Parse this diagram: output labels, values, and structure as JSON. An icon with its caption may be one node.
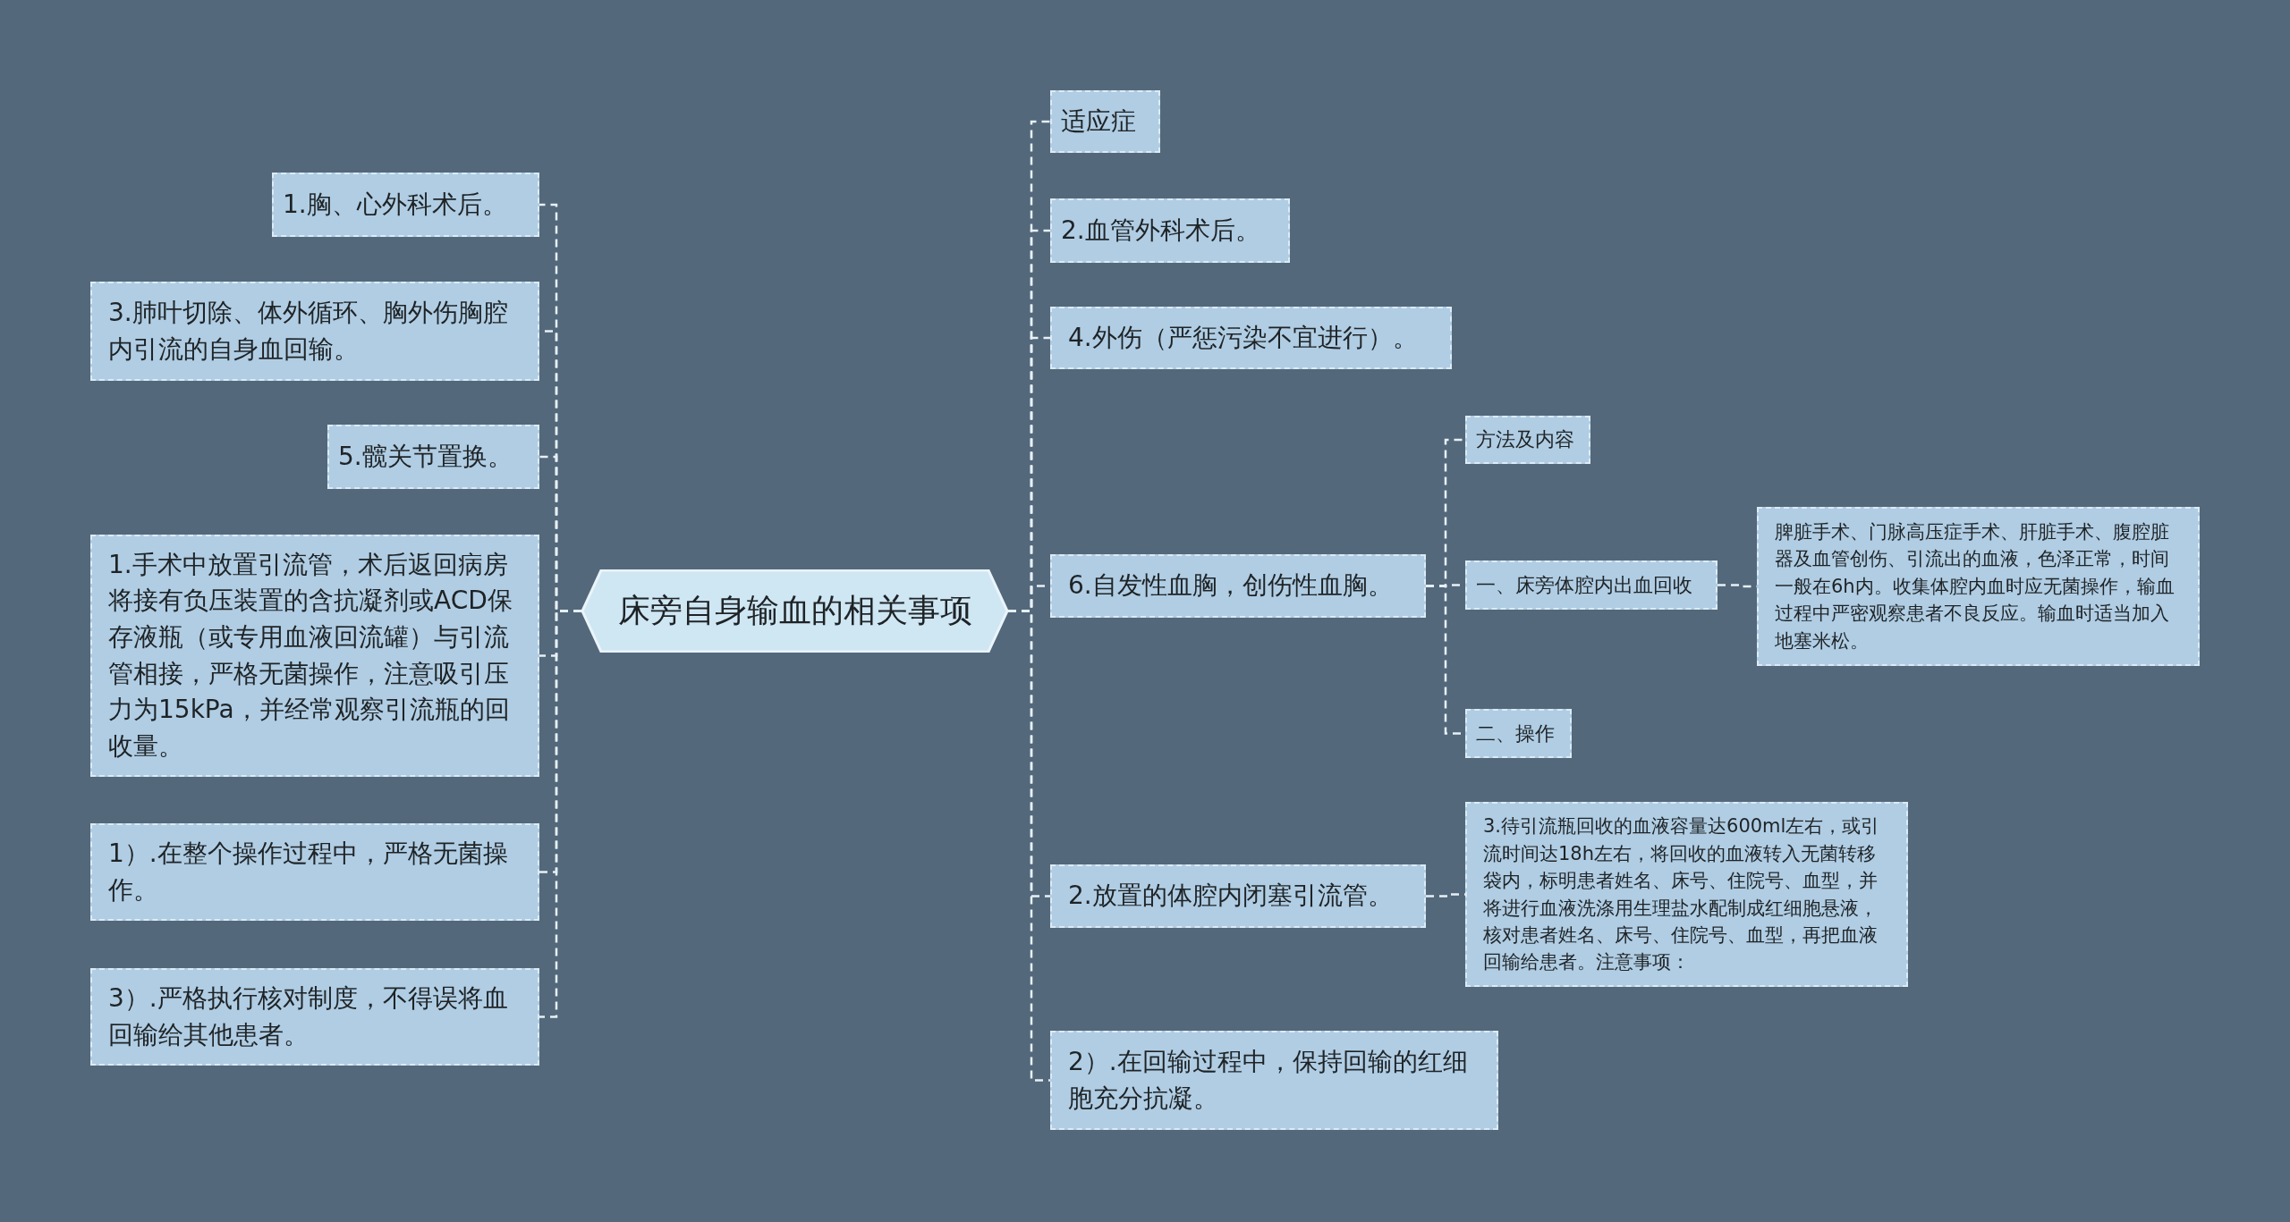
{
  "diagram": {
    "nodes": [
      {
        "text": [
          "床旁自身输血的相关事项"
        ]
      },
      {
        "text": [
          "1.胸、心外科术后。"
        ]
      },
      {
        "text": [
          "3.肺叶切除、体外循环、胸外伤胸腔内引流的自身血回输。"
        ]
      },
      {
        "text": [
          "5.髋关节置换。"
        ]
      },
      {
        "text": [
          "1.手术中放置引流管，术后返回病房将接有负压装置的含抗凝剂或ACD保存液瓶（或专用血液回流罐）与引流管相接，严格无菌操作，注意吸引压力为15kPa，并经常观察引流瓶的回收量。"
        ]
      },
      {
        "text": [
          "1）.在整个操作过程中，严格无菌操作。"
        ]
      },
      {
        "text": [
          "3）.严格执行核对制度，不得误将血回输给其他患者。"
        ]
      },
      {
        "text": [
          "适应症"
        ]
      },
      {
        "text": [
          "2.血管外科术后。"
        ]
      },
      {
        "text": [
          "4.外伤（严惩污染不宜进行）。"
        ]
      },
      {
        "text": [
          "6.自发性血胸，创伤性血胸。"
        ]
      },
      {
        "text": [
          "方法及内容"
        ]
      },
      {
        "text": [
          "一、床旁体腔内出血回收"
        ]
      },
      {
        "text": [
          "脾脏手术、门脉高压症手术、肝脏手术、腹腔脏器及血管创伤、引流出的血液，色泽正常，时间一般在6h内。收集体腔内血时应无菌操作，输血过程中严密观察患者不良反应。输血时适当加入地塞米松。"
        ]
      },
      {
        "text": [
          "二、操作"
        ]
      },
      {
        "text": [
          "2.放置的体腔内闭塞引流管。"
        ]
      },
      {
        "text": [
          "3.待引流瓶回收的血液容量达600ml左右，或引流时间达18h左右，将回收的血液转入无菌转移袋内，标明患者姓名、床号、住院号、血型，并将进行血液洗涤用生理盐水配制成红细胞悬液，核对患者姓名、床号、住院号、血型，再把血液回输给患者。注意事项："
        ]
      },
      {
        "text": [
          "2）.在回输过程中，保持回输的红细胞充分抗凝。"
        ]
      }
    ],
    "edges": [
      {
        "from": 0,
        "to": 1,
        "arrow": "none"
      },
      {
        "from": 0,
        "to": 2,
        "arrow": "none"
      },
      {
        "from": 0,
        "to": 3,
        "arrow": "none"
      },
      {
        "from": 0,
        "to": 4,
        "arrow": "none"
      },
      {
        "from": 0,
        "to": 5,
        "arrow": "none"
      },
      {
        "from": 0,
        "to": 6,
        "arrow": "none"
      },
      {
        "from": 0,
        "to": 7,
        "arrow": "none"
      },
      {
        "from": 0,
        "to": 8,
        "arrow": "none"
      },
      {
        "from": 0,
        "to": 9,
        "arrow": "none"
      },
      {
        "from": 0,
        "to": 10,
        "arrow": "none"
      },
      {
        "from": 0,
        "to": 15,
        "arrow": "none"
      },
      {
        "from": 0,
        "to": 17,
        "arrow": "none"
      },
      {
        "from": 10,
        "to": 11,
        "arrow": "none"
      },
      {
        "from": 10,
        "to": 12,
        "arrow": "none"
      },
      {
        "from": 10,
        "to": 14,
        "arrow": "none"
      },
      {
        "from": 12,
        "to": 13,
        "arrow": "none"
      },
      {
        "from": 15,
        "to": 16,
        "arrow": "none"
      }
    ]
  }
}
